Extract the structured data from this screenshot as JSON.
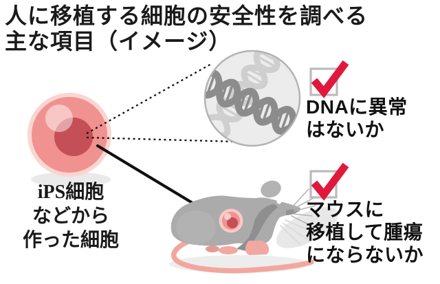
{
  "title": {
    "line1": "人に移植する細胞の安全性を調べる",
    "line2": "主な項目（イメージ）"
  },
  "cell_label": {
    "line1": "iPS細胞",
    "line2": "などから",
    "line3": "作った細胞"
  },
  "check_dna": {
    "line1": "DNAに異常",
    "line2": "はないか"
  },
  "check_mouse": {
    "line1": "マウスに",
    "line2": "移植して腫瘍",
    "line3": "にならないか"
  },
  "icons": {
    "cell": "cell-icon",
    "dna": "dna-helix-icon",
    "mouse": "mouse-icon",
    "checkbox": "checkbox-checked-icon",
    "arrow": "arrow-icon",
    "magnifier": "dotted-magnify-lines"
  },
  "colors": {
    "check_red": "#e0193c",
    "checkbox_border": "#bbbbbb",
    "cell_ring": "#f9d6d2",
    "cell_pink": "#f09290",
    "nucleus_red": "#c54f56",
    "mouse_gray": "#ababab",
    "mouse_dark_gray": "#8f8f8f",
    "tail_pink": "#f2a79e",
    "dna_dark": "#8c8c8c",
    "dna_light": "#cfcfcf",
    "dna_circle_fill": "#ececec",
    "dna_circle_border": "#b3b3b3",
    "line_black": "#111111"
  }
}
